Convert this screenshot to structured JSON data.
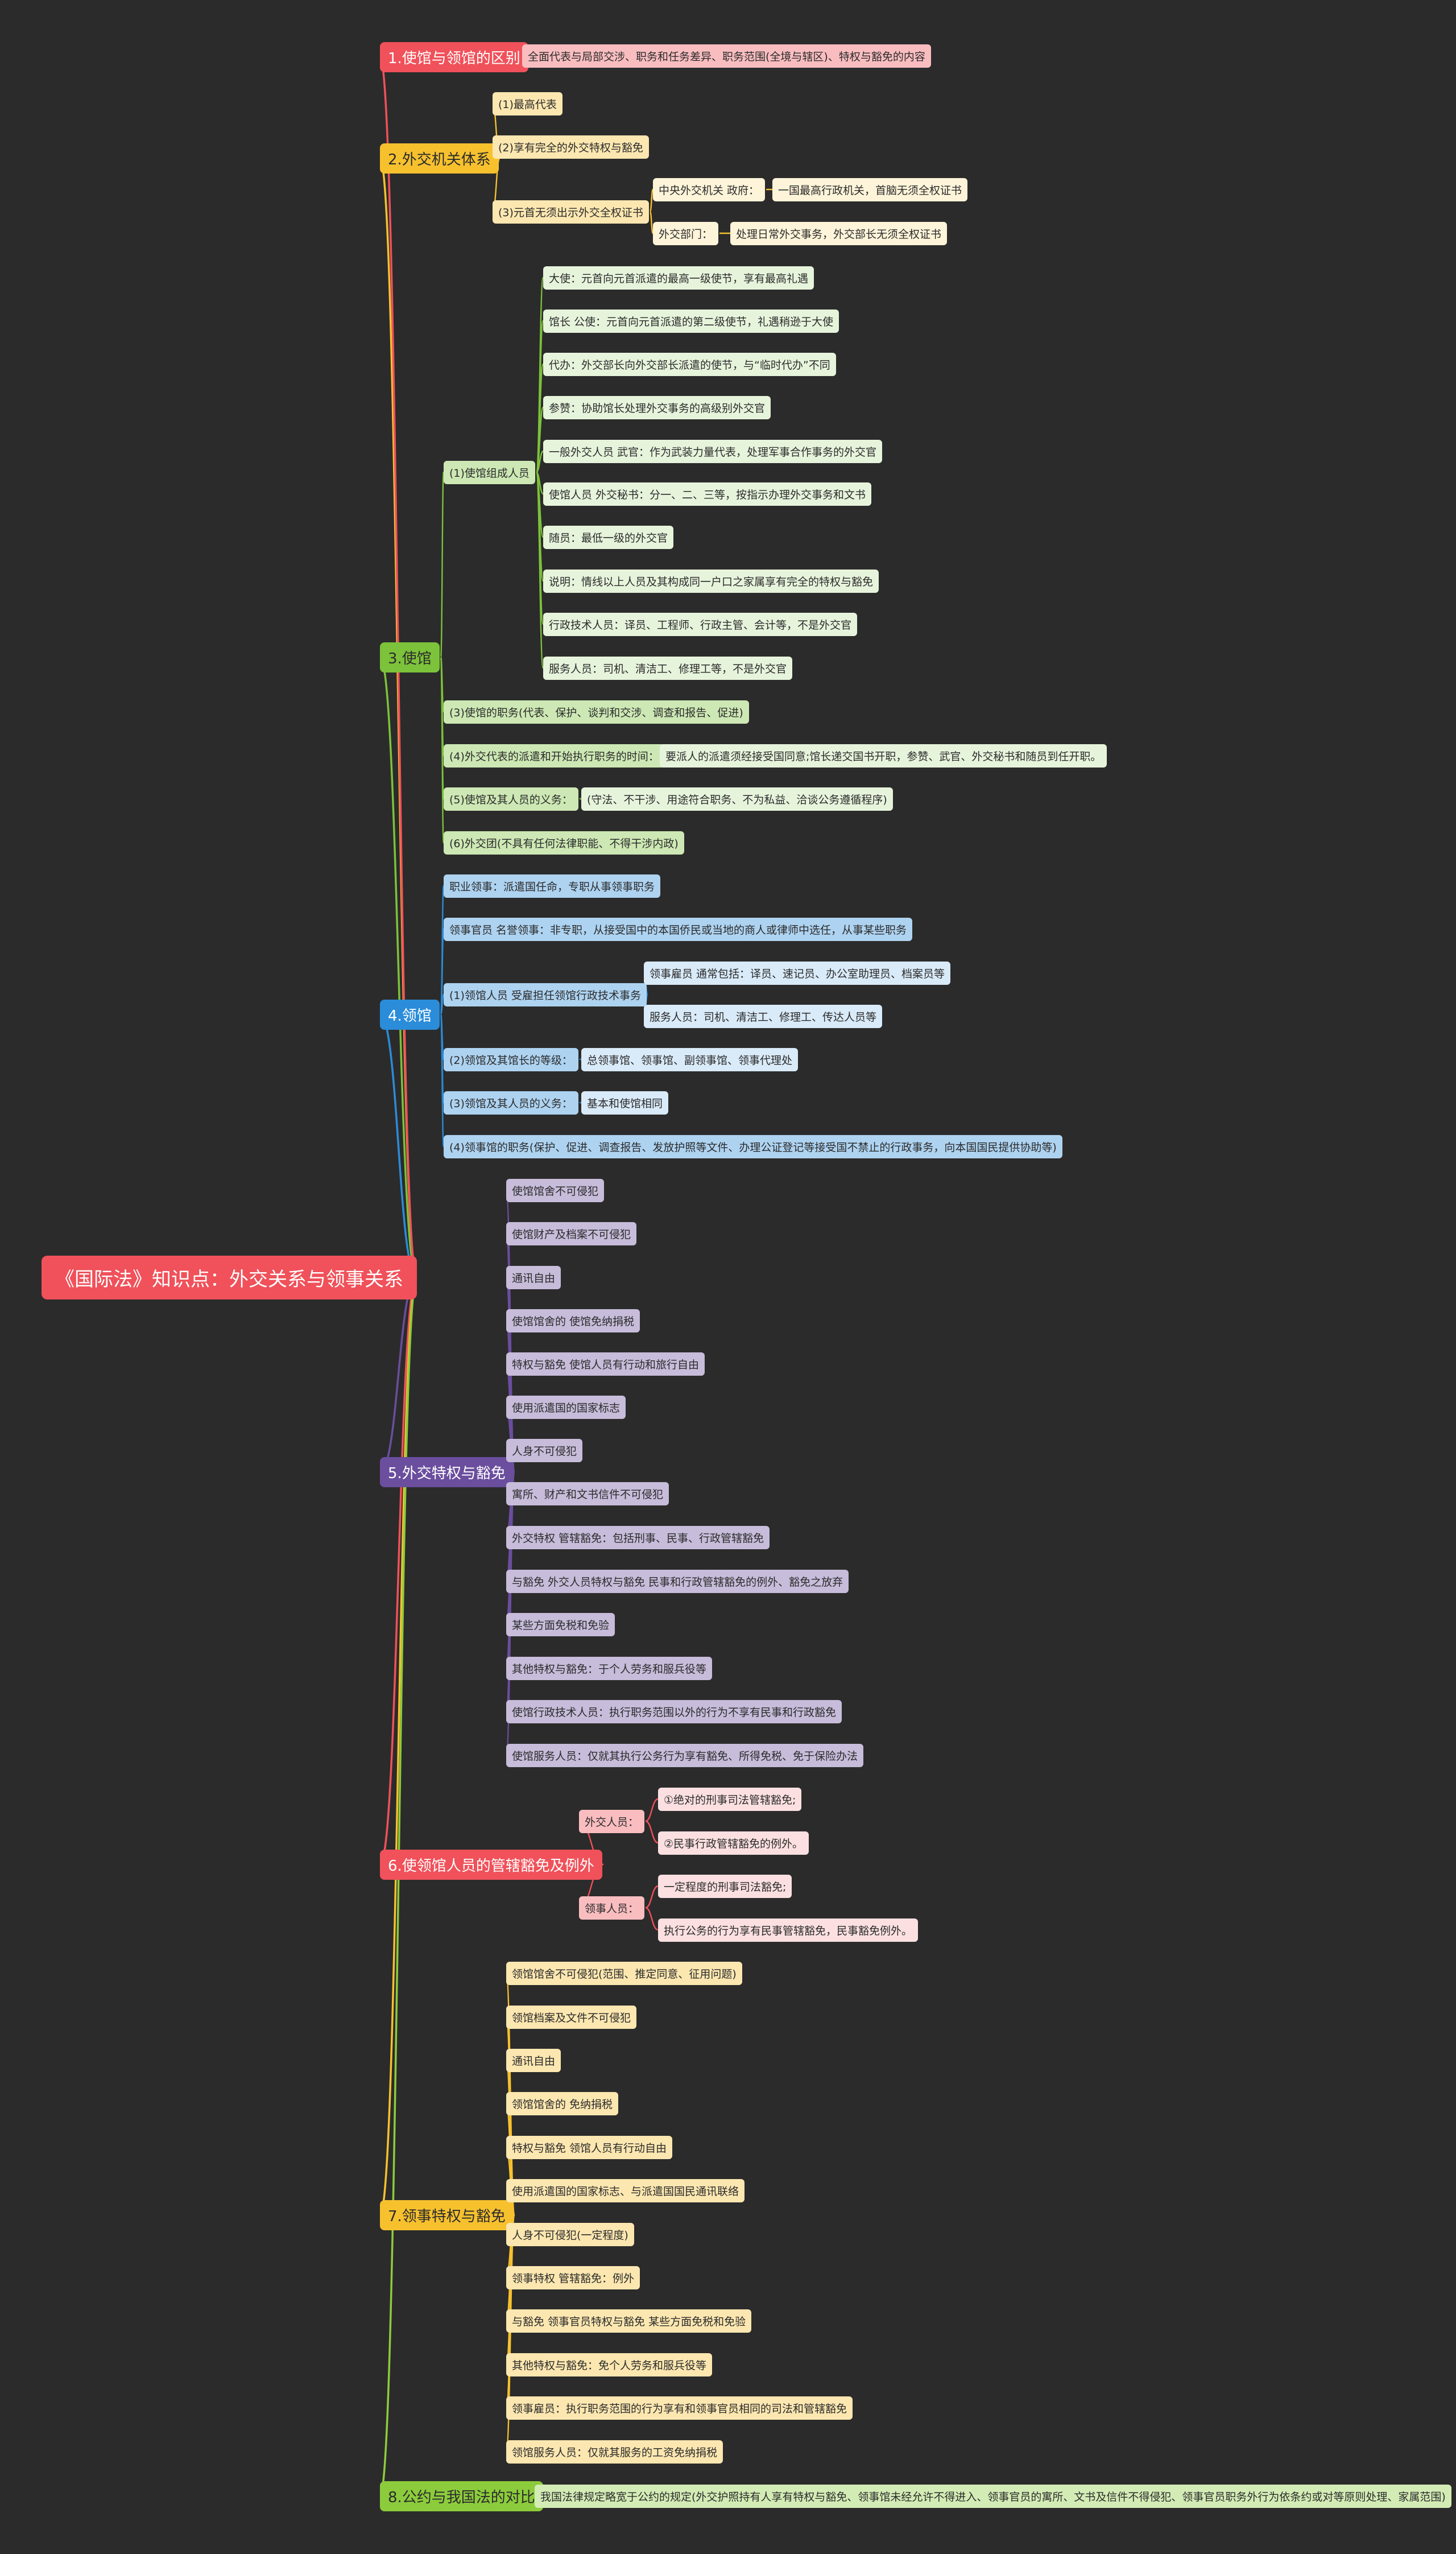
{
  "colors": {
    "red": "#f0515a",
    "yellow": "#f7c12e",
    "green": "#7cc23a",
    "blue": "#2b8cd9",
    "purple": "#6b4e9e",
    "lime": "#8ccc3c"
  },
  "root": {
    "text": "《国际法》知识点：外交关系与领事关系"
  },
  "branches": [
    {
      "text": "1.使馆与领馆的区别",
      "color": "#f0515a",
      "children": [
        {
          "text": "全面代表与局部交涉、职务和任务差异、职务范围(全境与辖区)、特权与豁免的内容"
        }
      ]
    },
    {
      "text": "2.外交机关体系",
      "color": "#f7c12e",
      "children": [
        {
          "text": "(1)最高代表"
        },
        {
          "text": "(2)享有完全的外交特权与豁免"
        },
        {
          "text": "(3)元首无须出示外交全权证书",
          "children": [
            {
              "text": "中央外交机关 政府：",
              "children": [
                {
                  "text": "一国最高行政机关，首脑无须全权证书"
                }
              ]
            },
            {
              "text": "外交部门：",
              "children": [
                {
                  "text": "处理日常外交事务，外交部长无须全权证书"
                }
              ]
            }
          ]
        }
      ]
    },
    {
      "text": "3.使馆",
      "color": "#7cc23a",
      "children": [
        {
          "text": "(1)使馆组成人员",
          "children": [
            {
              "text": "大使：元首向元首派遣的最高一级使节，享有最高礼遇"
            },
            {
              "text": "馆长 公使：元首向元首派遣的第二级使节，礼遇稍逊于大使"
            },
            {
              "text": "代办：外交部长向外交部长派遣的使节，与“临时代办”不同"
            },
            {
              "text": "参赞：协助馆长处理外交事务的高级别外交官"
            },
            {
              "text": "一般外交人员 武官：作为武装力量代表，处理军事合作事务的外交官"
            },
            {
              "text": "使馆人员 外交秘书：分一、二、三等，按指示办理外交事务和文书"
            },
            {
              "text": "随员：最低一级的外交官"
            },
            {
              "text": "说明：情线以上人员及其构成同一户口之家属享有完全的特权与豁免"
            },
            {
              "text": "行政技术人员：译员、工程师、行政主管、会计等，不是外交官"
            },
            {
              "text": "服务人员：司机、清洁工、修理工等，不是外交官"
            }
          ]
        },
        {
          "text": "(3)使馆的职务(代表、保护、谈判和交涉、调查和报告、促进)"
        },
        {
          "text": "(4)外交代表的派遣和开始执行职务的时间：",
          "children": [
            {
              "text": "要派人的派遣须经接受国同意;馆长递交国书开职，参赞、武官、外交秘书和随员到任开职。"
            }
          ]
        },
        {
          "text": "(5)使馆及其人员的义务：",
          "children": [
            {
              "text": "(守法、不干涉、用途符合职务、不为私益、洽谈公务遵循程序)"
            }
          ]
        },
        {
          "text": "(6)外交团(不具有任何法律职能、不得干涉内政)"
        }
      ]
    },
    {
      "text": "4.领馆",
      "color": "#2b8cd9",
      "children": [
        {
          "text": "职业领事：派遣国任命，专职从事领事职务"
        },
        {
          "text": "领事官员 名誉领事：非专职，从接受国中的本国侨民或当地的商人或律师中选任，从事某些职务"
        },
        {
          "text": "(1)领馆人员 受雇担任领馆行政技术事务",
          "children": [
            {
              "text": "领事雇员 通常包括：译员、速记员、办公室助理员、档案员等"
            },
            {
              "text": "服务人员：司机、清洁工、修理工、传达人员等"
            }
          ]
        },
        {
          "text": "(2)领馆及其馆长的等级：",
          "children": [
            {
              "text": "总领事馆、领事馆、副领事馆、领事代理处"
            }
          ]
        },
        {
          "text": "(3)领馆及其人员的义务：",
          "children": [
            {
              "text": "基本和使馆相同"
            }
          ]
        },
        {
          "text": "(4)领事馆的职务(保护、促进、调查报告、发放护照等文件、办理公证登记等接受国不禁止的行政事务，向本国国民提供协助等)"
        }
      ]
    },
    {
      "text": "5.外交特权与豁免",
      "color": "#6b4e9e",
      "children": [
        {
          "text": "使馆馆舍不可侵犯"
        },
        {
          "text": "使馆财产及档案不可侵犯"
        },
        {
          "text": "通讯自由"
        },
        {
          "text": "使馆馆舍的 使馆免纳捐税"
        },
        {
          "text": "特权与豁免 使馆人员有行动和旅行自由"
        },
        {
          "text": "使用派遣国的国家标志"
        },
        {
          "text": "人身不可侵犯"
        },
        {
          "text": "寓所、财产和文书信件不可侵犯"
        },
        {
          "text": "外交特权 管辖豁免：包括刑事、民事、行政管辖豁免"
        },
        {
          "text": "与豁免 外交人员特权与豁免 民事和行政管辖豁免的例外、豁免之放弃"
        },
        {
          "text": "某些方面免税和免验"
        },
        {
          "text": "其他特权与豁免：于个人劳务和服兵役等"
        },
        {
          "text": "使馆行政技术人员：执行职务范围以外的行为不享有民事和行政豁免"
        },
        {
          "text": "使馆服务人员：仅就其执行公务行为享有豁免、所得免税、免于保险办法"
        }
      ]
    },
    {
      "text": "6.使领馆人员的管辖豁免及例外",
      "color": "#f0515a",
      "children": [
        {
          "text": "外交人员：",
          "children": [
            {
              "text": "①绝对的刑事司法管辖豁免;"
            },
            {
              "text": "②民事行政管辖豁免的例外。"
            }
          ]
        },
        {
          "text": "领事人员：",
          "children": [
            {
              "text": "一定程度的刑事司法豁免;"
            },
            {
              "text": "执行公务的行为享有民事管辖豁免，民事豁免例外。"
            }
          ]
        }
      ]
    },
    {
      "text": "7.领事特权与豁免",
      "color": "#f7c12e",
      "children": [
        {
          "text": "领馆馆舍不可侵犯(范围、推定同意、征用问题)"
        },
        {
          "text": "领馆档案及文件不可侵犯"
        },
        {
          "text": "通讯自由"
        },
        {
          "text": "领馆馆舍的 免纳捐税"
        },
        {
          "text": "特权与豁免 领馆人员有行动自由"
        },
        {
          "text": "使用派遣国的国家标志、与派遣国国民通讯联络"
        },
        {
          "text": "人身不可侵犯(一定程度)"
        },
        {
          "text": "领事特权 管辖豁免：例外"
        },
        {
          "text": "与豁免 领事官员特权与豁免 某些方面免税和免验"
        },
        {
          "text": "其他特权与豁免：免个人劳务和服兵役等"
        },
        {
          "text": "领事雇员：执行职务范围的行为享有和领事官员相同的司法和管辖豁免"
        },
        {
          "text": "领馆服务人员：仅就其服务的工资免纳捐税"
        }
      ]
    },
    {
      "text": "8.公约与我国法的对比",
      "color": "#8ccc3c",
      "children": [
        {
          "text": "我国法律规定略宽于公约的规定(外交护照持有人享有特权与豁免、领事馆未经允许不得进入、领事官员的寓所、文书及信件不得侵犯、领事官员职务外行为依条约或对等原则处理、家属范围)"
        }
      ]
    }
  ]
}
